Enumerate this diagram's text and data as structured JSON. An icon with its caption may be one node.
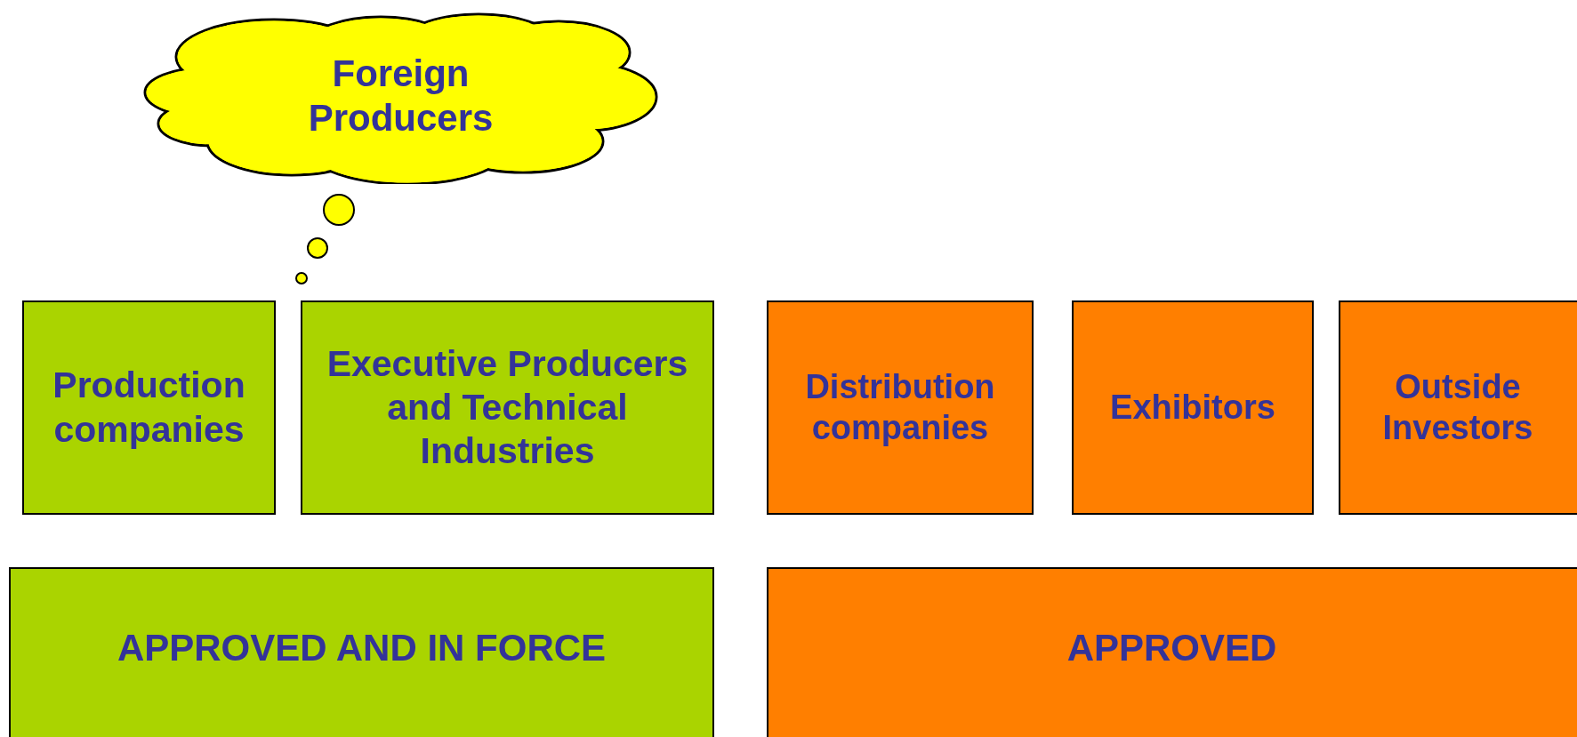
{
  "diagram": {
    "nodes": [
      {
        "text": [
          "Foreign Producers"
        ]
      },
      {
        "text": [
          "Production companies"
        ]
      },
      {
        "text": [
          "Executive Producers and Technical Industries"
        ]
      },
      {
        "text": [
          "Distribution companies"
        ]
      },
      {
        "text": [
          "Exhibitors"
        ]
      },
      {
        "text": [
          "Outside Investors"
        ]
      },
      {
        "text": [
          "APPROVED AND IN FORCE"
        ]
      },
      {
        "text": [
          "APPROVED"
        ]
      }
    ]
  }
}
